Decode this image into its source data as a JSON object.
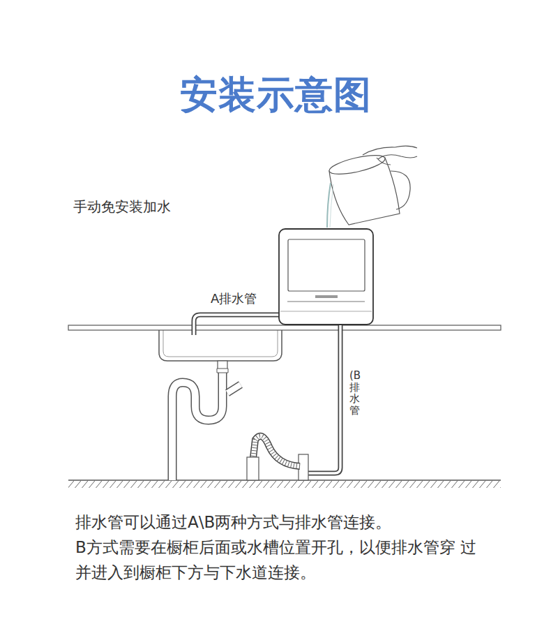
{
  "diagram": {
    "title": "安装示意图",
    "labels": [
      "手动免安装加水",
      "A排水管",
      "(B排水管",
      "排水管可以通过A\\B两种方式与排水管连接。",
      "B方式需要在橱柜后面或水槽位置开孔，以便排水管穿 过并进入到橱柜下方与下水道连接。"
    ]
  }
}
